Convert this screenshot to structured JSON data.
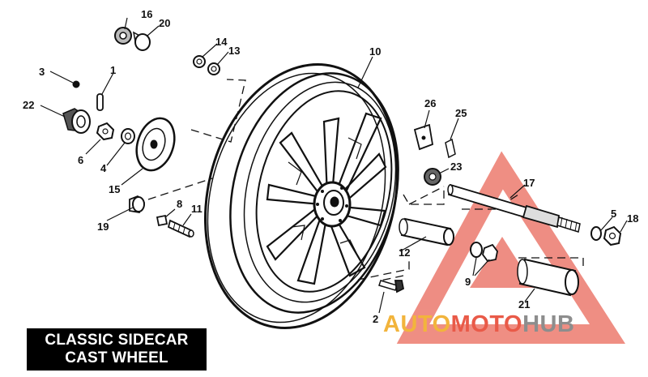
{
  "title": {
    "line1": "CLASSIC SIDECAR",
    "line2": "CAST WHEEL"
  },
  "watermark": {
    "part1": "AUTO",
    "part2": "MOTO",
    "part3": "HUB",
    "colors": {
      "auto": "#f2b43c",
      "moto": "#e95a48",
      "hub": "#8d8d8d"
    }
  },
  "callouts": [
    {
      "id": "n1",
      "text": "1"
    },
    {
      "id": "n2",
      "text": "2"
    },
    {
      "id": "n3",
      "text": "3"
    },
    {
      "id": "n4",
      "text": "4"
    },
    {
      "id": "n5",
      "text": "5"
    },
    {
      "id": "n6",
      "text": "6"
    },
    {
      "id": "n8",
      "text": "8"
    },
    {
      "id": "n9",
      "text": "9"
    },
    {
      "id": "n10",
      "text": "10"
    },
    {
      "id": "n11",
      "text": "11"
    },
    {
      "id": "n12",
      "text": "12"
    },
    {
      "id": "n13",
      "text": "13"
    },
    {
      "id": "n14",
      "text": "14"
    },
    {
      "id": "n15",
      "text": "15"
    },
    {
      "id": "n16",
      "text": "16"
    },
    {
      "id": "n17",
      "text": "17"
    },
    {
      "id": "n18",
      "text": "18"
    },
    {
      "id": "n19",
      "text": "19"
    },
    {
      "id": "n20",
      "text": "20"
    },
    {
      "id": "n21",
      "text": "21"
    },
    {
      "id": "n22",
      "text": "22"
    },
    {
      "id": "n23",
      "text": "23"
    },
    {
      "id": "n25",
      "text": "25"
    },
    {
      "id": "n26",
      "text": "26"
    }
  ]
}
